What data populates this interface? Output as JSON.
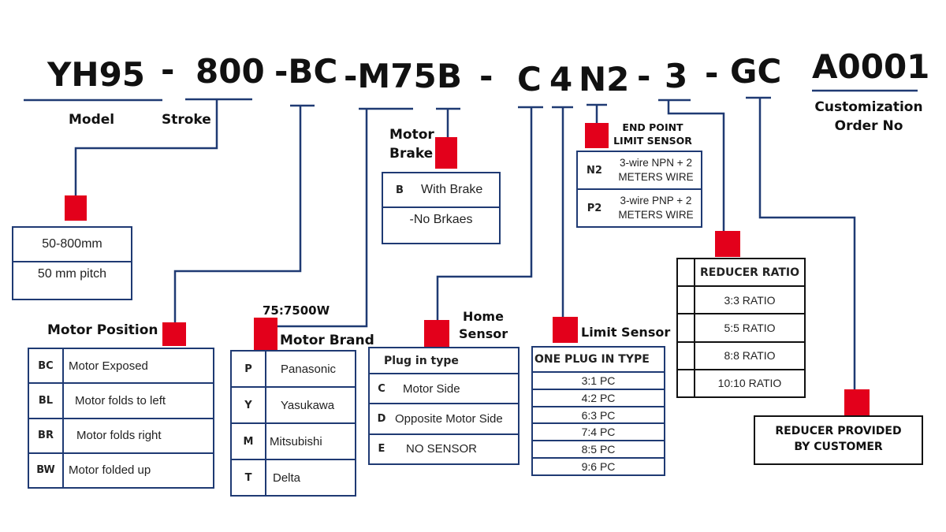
{
  "code_segments": {
    "model": "YH95",
    "dash1": "-",
    "stroke": "800",
    "position": "-BC",
    "brand": "-M75",
    "brake": "B",
    "dash2": "-",
    "home_sensor": "C",
    "limit_sensor": "4",
    "end_limit": "N2",
    "dash3": "-",
    "ratio": "3",
    "dash4": "-",
    "reducer": "GC",
    "order_no": "A0001"
  },
  "labels": {
    "model": "Model",
    "stroke": "Stroke",
    "customization_1": "Customization",
    "customization_2": "Order No",
    "motor_brake_1": "Motor",
    "motor_brake_2": "Brake",
    "end_point_1": "END POINT",
    "end_point_2": "LIMIT SENSOR",
    "motor_position": "Motor Position",
    "motor_power": "75:7500W",
    "motor_brand": "Motor Brand",
    "home_sensor_1": "Home",
    "home_sensor_2": "Sensor",
    "limit_sensor": "Limit Sensor"
  },
  "stroke_table": {
    "rows": [
      "50-800mm",
      "50 mm pitch"
    ]
  },
  "motor_position_table": {
    "rows": [
      {
        "code": "BC",
        "desc": "Motor Exposed"
      },
      {
        "code": "BL",
        "desc": "Motor folds to left"
      },
      {
        "code": "BR",
        "desc": "Motor folds right"
      },
      {
        "code": "BW",
        "desc": "Motor folded up"
      }
    ]
  },
  "motor_brand_table": {
    "rows": [
      {
        "code": "P",
        "desc": "Panasonic"
      },
      {
        "code": "Y",
        "desc": "Yasukawa"
      },
      {
        "code": "M",
        "desc": "Mitsubishi"
      },
      {
        "code": "T",
        "desc": "Delta"
      }
    ]
  },
  "motor_brake_table": {
    "rows": [
      {
        "code": "B",
        "desc": "With Brake"
      },
      {
        "code": "",
        "desc": "-No Brkaes"
      }
    ]
  },
  "home_sensor_table": {
    "header": "Plug in type",
    "rows": [
      {
        "code": "C",
        "desc": "Motor Side"
      },
      {
        "code": "D",
        "desc": "Opposite Motor Side"
      },
      {
        "code": "E",
        "desc": "NO SENSOR"
      }
    ]
  },
  "limit_sensor_table": {
    "header": "ONE PLUG IN TYPE",
    "rows": [
      "3:1 PC",
      "4:2 PC",
      "6:3 PC",
      "7:4 PC",
      "8:5 PC",
      "9:6 PC"
    ]
  },
  "end_limit_table": {
    "rows": [
      {
        "code": "N2",
        "line1": "3-wire NPN + 2",
        "line2": "METERS WIRE"
      },
      {
        "code": "P2",
        "line1": "3-wire PNP + 2",
        "line2": "METERS WIRE"
      }
    ]
  },
  "reducer_ratio_table": {
    "header": "REDUCER RATIO",
    "rows": [
      "3:3 RATIO",
      "5:5 RATIO",
      "8:8 RATIO",
      "10:10 RATIO"
    ]
  },
  "reducer_customer": {
    "line1": "REDUCER PROVIDED",
    "line2": "BY CUSTOMER"
  },
  "colors": {
    "marker": "#e3001b",
    "line": "#1f3a73"
  }
}
